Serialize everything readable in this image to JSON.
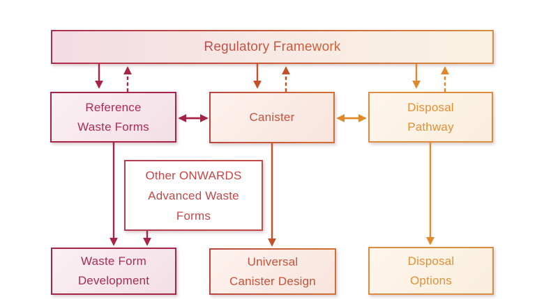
{
  "colors": {
    "crimson": "#a82446",
    "red_orange": "#c44f28",
    "orange": "#e0882a"
  },
  "nodes": {
    "regulatory_framework": {
      "label": "Regulatory Framework"
    },
    "reference_waste_forms": {
      "lines": [
        "Reference",
        "Waste Forms"
      ]
    },
    "canister": {
      "label": "Canister"
    },
    "disposal_pathway": {
      "lines": [
        "Disposal",
        "Pathway"
      ]
    },
    "other_onwards": {
      "lines": [
        "Other ONWARDS",
        "Advanced Waste",
        "Forms"
      ]
    },
    "waste_form_development": {
      "lines": [
        "Waste Form",
        "Development"
      ]
    },
    "universal_canister_design": {
      "lines": [
        "Universal",
        "Canister Design"
      ]
    },
    "disposal_options": {
      "lines": [
        "Disposal",
        "Options"
      ]
    }
  },
  "edges": [
    {
      "from": "regulatory_framework",
      "to": "reference_waste_forms",
      "style": "solid",
      "color": "crimson"
    },
    {
      "from": "reference_waste_forms",
      "to": "regulatory_framework",
      "style": "dashed",
      "color": "crimson"
    },
    {
      "from": "regulatory_framework",
      "to": "canister",
      "style": "solid",
      "color": "red_orange"
    },
    {
      "from": "canister",
      "to": "regulatory_framework",
      "style": "dashed",
      "color": "red_orange"
    },
    {
      "from": "regulatory_framework",
      "to": "disposal_pathway",
      "style": "solid",
      "color": "orange"
    },
    {
      "from": "disposal_pathway",
      "to": "regulatory_framework",
      "style": "dashed",
      "color": "orange"
    },
    {
      "from": "reference_waste_forms",
      "to": "canister",
      "style": "double_headed",
      "color": "crimson"
    },
    {
      "from": "canister",
      "to": "disposal_pathway",
      "style": "double_headed",
      "color": "orange"
    },
    {
      "from": "reference_waste_forms",
      "to": "waste_form_development",
      "style": "solid",
      "color": "crimson"
    },
    {
      "from": "other_onwards",
      "to": "waste_form_development",
      "style": "solid",
      "color": "crimson"
    },
    {
      "from": "canister",
      "to": "universal_canister_design",
      "style": "solid",
      "color": "red_orange"
    },
    {
      "from": "disposal_pathway",
      "to": "disposal_options",
      "style": "solid",
      "color": "orange"
    }
  ]
}
